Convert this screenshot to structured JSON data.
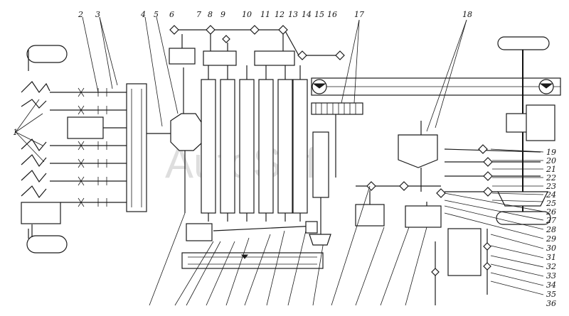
{
  "watermark": "AutoSoft",
  "callouts_top": [
    "1",
    "2",
    "3",
    "4",
    "5",
    "6",
    "7",
    "8",
    "9",
    "10",
    "11",
    "12",
    "13",
    "14",
    "15",
    "16",
    "17",
    "18"
  ],
  "callouts_right": [
    "19",
    "20",
    "21",
    "22",
    "23",
    "24",
    "25",
    "26",
    "27",
    "28",
    "29",
    "30",
    "31",
    "32",
    "33",
    "34",
    "35",
    "36"
  ]
}
